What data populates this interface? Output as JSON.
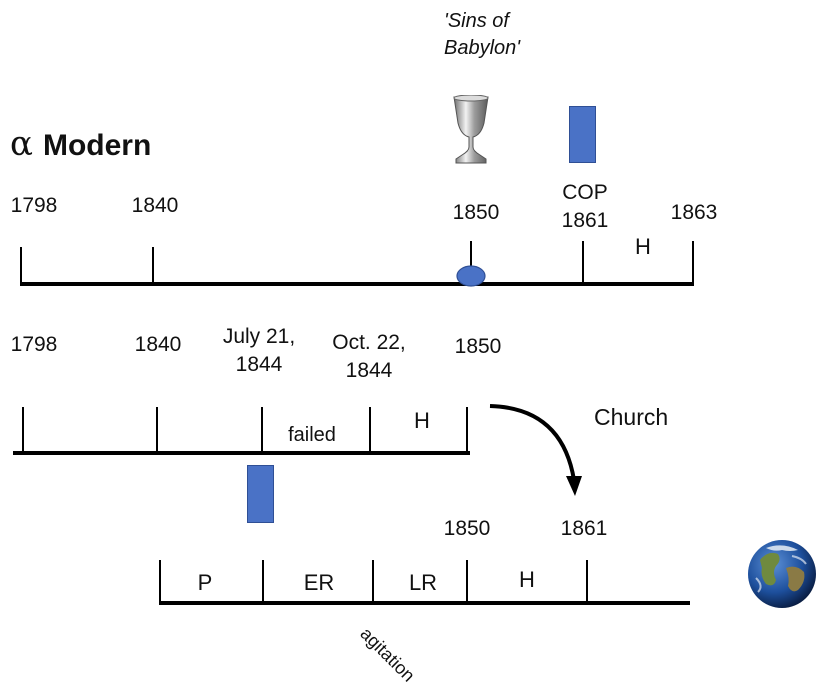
{
  "title": {
    "symbol": "α",
    "text": "Modern"
  },
  "quote": {
    "line1": "'Sins of",
    "line2": "Babylon'"
  },
  "timeline1": {
    "labels": [
      "1798",
      "1840",
      "1850",
      "COP",
      "1861",
      "1863"
    ],
    "segment": "H"
  },
  "timeline2": {
    "labels": [
      "1798",
      "1840",
      "July 21,",
      "1844",
      "Oct. 22,",
      "1844",
      "1850"
    ],
    "segments": [
      "failed",
      "H"
    ]
  },
  "church_label": "Church",
  "timeline3": {
    "labels": [
      "1850",
      "1861"
    ],
    "segments": [
      "P",
      "ER",
      "LR",
      "H"
    ],
    "below": "agitation"
  },
  "icons": [
    "chalice-icon",
    "earth-icon"
  ],
  "colors": {
    "accent_blue": "#4a72c6"
  }
}
